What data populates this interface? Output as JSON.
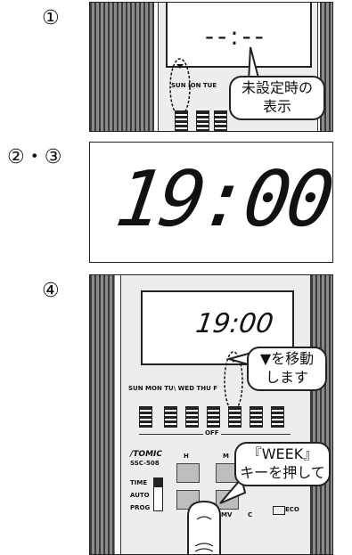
{
  "steps": {
    "s1": "①",
    "s23": "②・③",
    "s4": "④"
  },
  "panel1": {
    "lcd_text": "--:--",
    "day_labels": "SUN  ION  TUE",
    "callout": [
      "未設定時の",
      "表示"
    ]
  },
  "panel2": {
    "display_time": "19:00"
  },
  "panel4": {
    "lcd_text": "19:00",
    "day_labels": "SUN  MON  TU\\  WED  THU  F",
    "off_label": "OFF",
    "brand": "/TOMIC",
    "model": "SSC-508",
    "mode_labels": [
      "TIME",
      "AUTO",
      "PROG"
    ],
    "button_labels": {
      "h": "H",
      "m": "M",
      "mv": "MV",
      "c": "C",
      "eco": "ECO"
    },
    "callout_top": [
      "▼を移動",
      "します"
    ],
    "callout_bottom": [
      "『WEEK』",
      "キーを押して"
    ]
  }
}
